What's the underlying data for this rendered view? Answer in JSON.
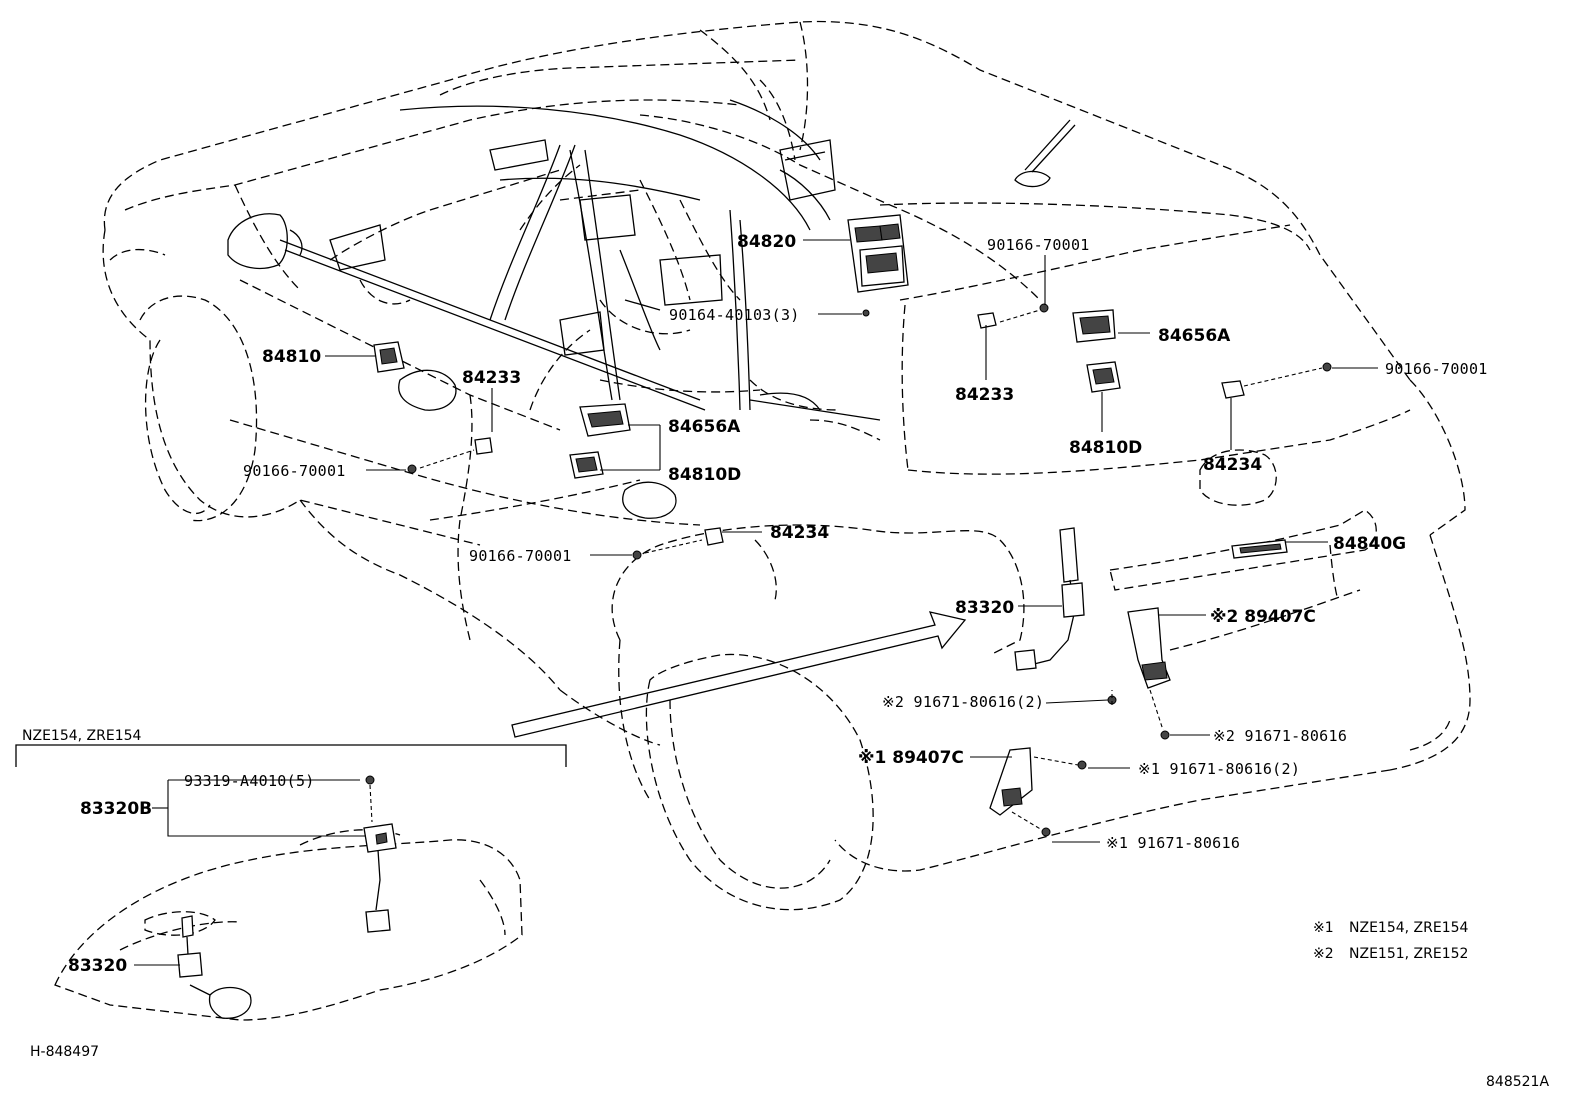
{
  "diagram_code": "848521A",
  "inset_code": "H-848497",
  "inset_heading": "NZE154, ZRE154",
  "legend": [
    {
      "mark": "※1",
      "text": "NZE154, ZRE154"
    },
    {
      "mark": "※2",
      "text": "NZE151, ZRE152"
    }
  ],
  "labels": {
    "p84820": "84820",
    "p90166_a": "90166-70001",
    "p90164": "90164-40103(3)",
    "p84656A_r": "84656A",
    "p90166_b": "90166-70001",
    "p84810": "84810",
    "p84233_l": "84233",
    "p84233_r": "84233",
    "p84656A_l": "84656A",
    "p90166_c": "90166-70001",
    "p84810D_l": "84810D",
    "p84810D_r": "84810D",
    "p84234_r": "84234",
    "p84234_l": "84234",
    "p90166_d": "90166-70001",
    "p84840G": "84840G",
    "p83320": "83320",
    "p89407C_2": "※2 89407C",
    "p91671_a": "※2 91671-80616(2)",
    "p91671_b": "※2 91671-80616",
    "p89407C_1": "※1 89407C",
    "p91671_c": "※1 91671-80616(2)",
    "p91671_d": "※1 91671-80616",
    "p93319": "93319-A4010(5)",
    "p83320B": "83320B",
    "p83320_inset": "83320"
  }
}
